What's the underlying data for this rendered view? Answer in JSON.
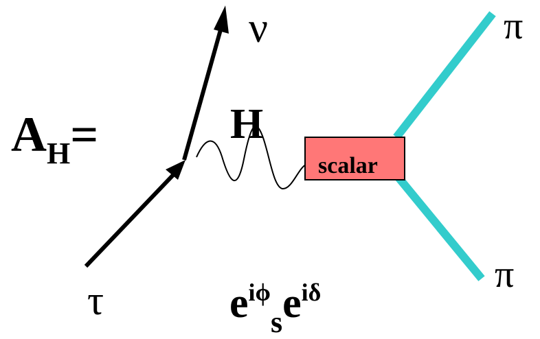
{
  "amplitude": {
    "symbol": "A",
    "subscript": "H",
    "equals": "="
  },
  "particles": {
    "neutrino": "ν",
    "tau": "τ",
    "pion_top": "π",
    "pion_bottom": "π"
  },
  "boson": {
    "label": "H"
  },
  "vertex": {
    "label": "scalar"
  },
  "phase_factor": {
    "base1": "e",
    "exp1": "iϕ",
    "sub1": "s",
    "base2": "e",
    "exp2": "iδ"
  },
  "colors": {
    "arrow_lines": "#000000",
    "pion_lines": "#33cccc",
    "scalar_box_fill": "#ff7777",
    "scalar_box_stroke": "#000000",
    "background": "#ffffff"
  }
}
